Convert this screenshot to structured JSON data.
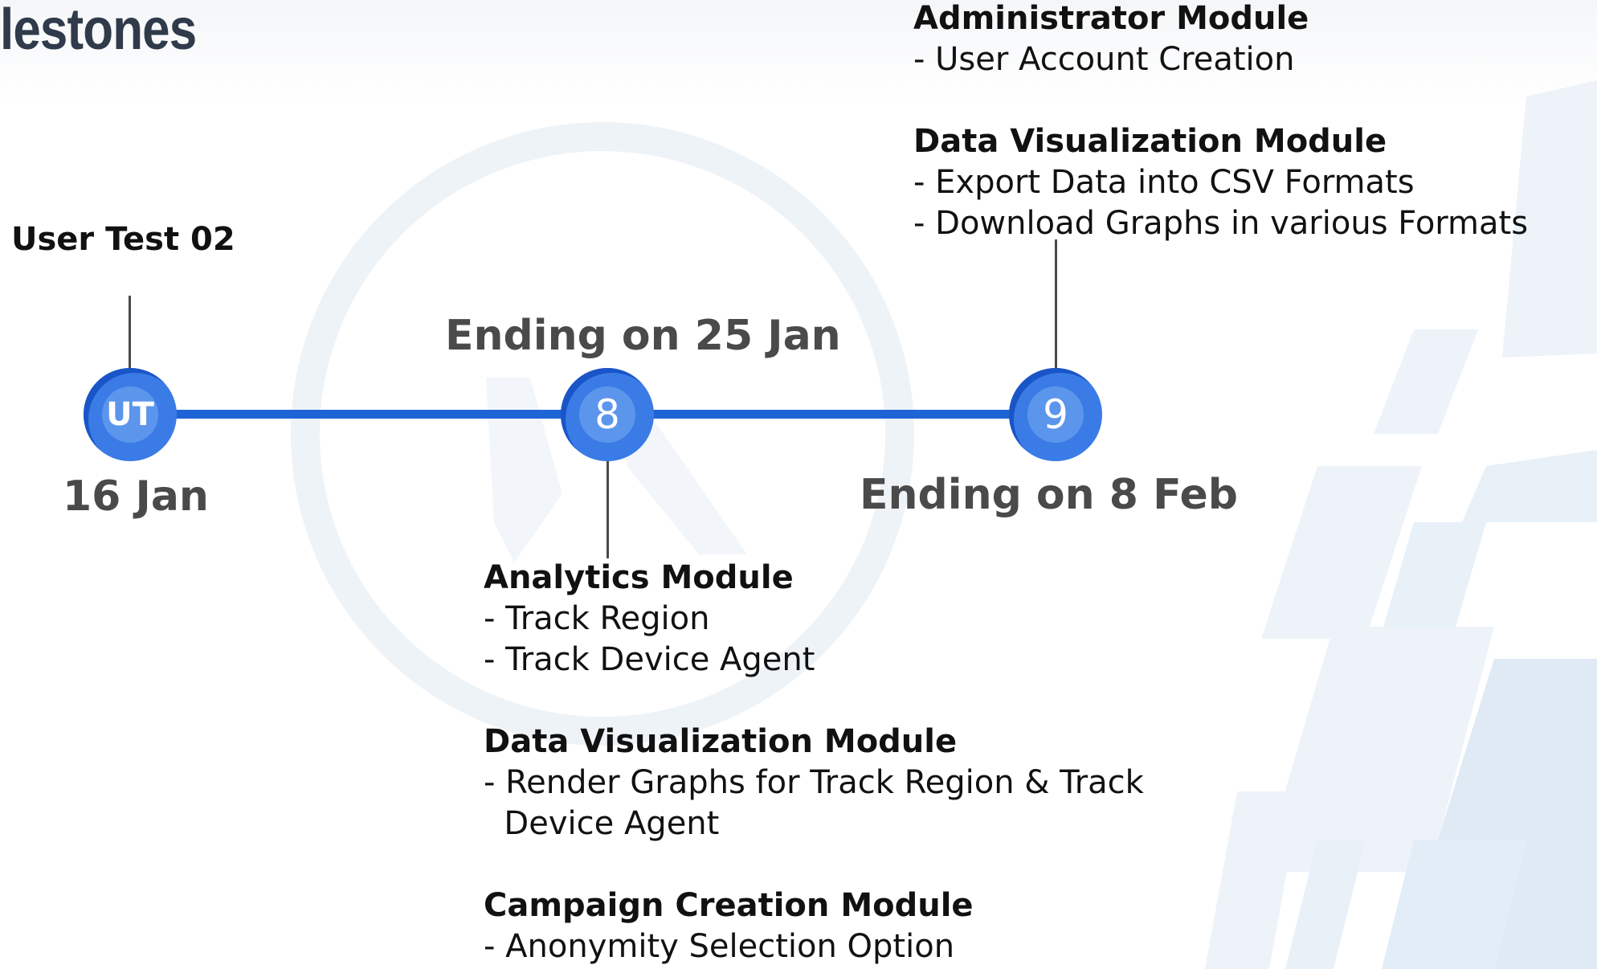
{
  "title": "lestones",
  "milestones": [
    {
      "badge": "UT",
      "date": "16 Jan",
      "heading": "User Test 02"
    },
    {
      "badge": "8",
      "date": "Ending on 25 Jan",
      "groups": [
        {
          "heading": "Analytics Module",
          "items": [
            "- Track Region",
            "- Track Device Agent"
          ]
        },
        {
          "heading": "Data Visualization Module",
          "items": [
            "- Render Graphs for Track Region & Track",
            "  Device Agent"
          ]
        },
        {
          "heading": "Campaign Creation Module",
          "items": [
            "- Anonymity Selection Option"
          ]
        }
      ]
    },
    {
      "badge": "9",
      "date": "Ending on 8 Feb",
      "groups": [
        {
          "heading": "Administrator Module",
          "items": [
            "- User Account Creation"
          ]
        },
        {
          "heading": "Data Visualization Module",
          "items": [
            "- Export Data into CSV Formats",
            "- Download Graphs in various Formats"
          ]
        }
      ]
    }
  ],
  "colors": {
    "track": "#1f64d6",
    "node": "#3a7be6",
    "node_inner": "#5c95ec",
    "date_text": "#4a4a4a"
  }
}
